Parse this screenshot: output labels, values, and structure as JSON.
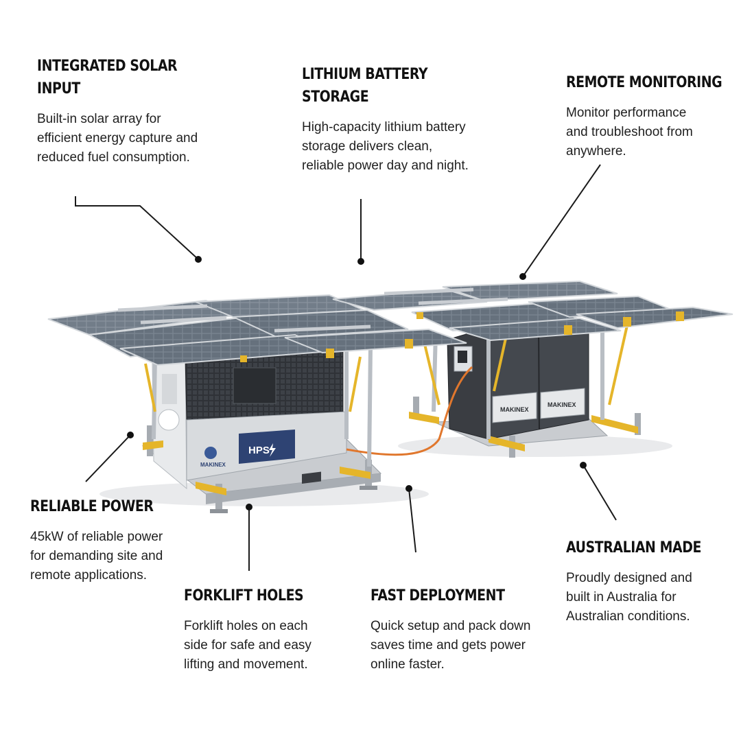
{
  "callouts": {
    "solar": {
      "title": "INTEGRATED SOLAR INPUT",
      "body": "Built-in solar array for efficient energy capture and reduced fuel consumption."
    },
    "battery": {
      "title": "LITHIUM BATTERY STORAGE",
      "body": "High-capacity lithium battery storage delivers clean, reliable power day and night."
    },
    "remote": {
      "title": "REMOTE MONITORING",
      "body": "Monitor performance and troubleshoot from anywhere."
    },
    "power": {
      "title": "RELIABLE POWER",
      "body": "45kW of reliable power for demanding site and remote applications."
    },
    "forklift": {
      "title": "FORKLIFT HOLES",
      "body": "Forklift holes on each side for safe and easy lifting and movement."
    },
    "deploy": {
      "title": "FAST DEPLOYMENT",
      "body": "Quick setup and pack down saves time and gets power online faster."
    },
    "made": {
      "title": "AUSTRALIAN MADE",
      "body": "Proudly designed and built in Australia for Australian conditions."
    }
  },
  "product": {
    "brand_left": "MAKINEX",
    "model_badge": "HPS",
    "brand_right_1": "MAKINEX",
    "brand_right_2": "MAKINEX"
  },
  "colors": {
    "text": "#1a1a1a",
    "panel": "#6f7a86",
    "frame": "#b9bec4",
    "accent_yellow": "#e5b52a",
    "cable_orange": "#e0772d",
    "badge_navy": "#2e4373",
    "cabinet": "#3a3d42"
  }
}
